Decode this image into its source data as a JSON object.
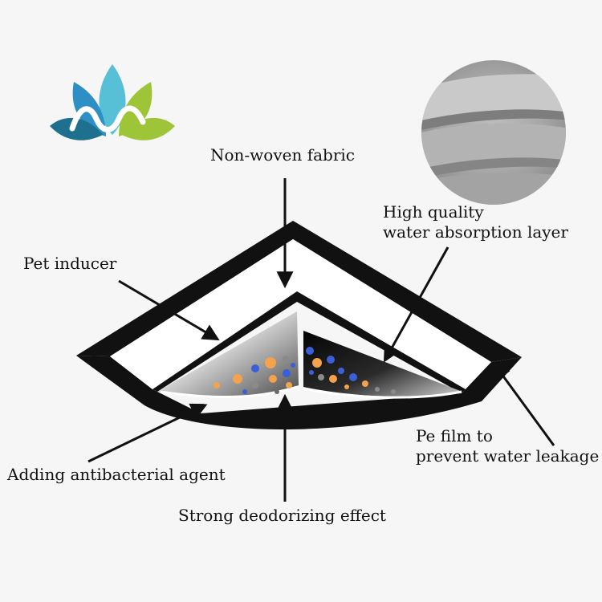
{
  "logo": {
    "icon": "lotus-wave-icon",
    "colors": [
      "#2d8fc4",
      "#57c0d6",
      "#9ec437",
      "#1f6f8f"
    ]
  },
  "labels": {
    "non_woven_fabric": "Non-woven fabric",
    "high_quality_line1": "High quality",
    "high_quality_line2": "water absorption layer",
    "pet_inducer": "Pet inducer",
    "pe_film_line1": "Pe film to",
    "pe_film_line2": "prevent water leakage",
    "antibacterial": "Adding antibacterial agent",
    "deodorizing": "Strong deodorizing effect"
  },
  "colors": {
    "background": "#f6f6f6",
    "outline": "#111111",
    "fill_white": "#ffffff",
    "bead_orange": "#f4a24e",
    "bead_blue": "#3b5fd6",
    "bead_gray": "#8a8a8a"
  }
}
